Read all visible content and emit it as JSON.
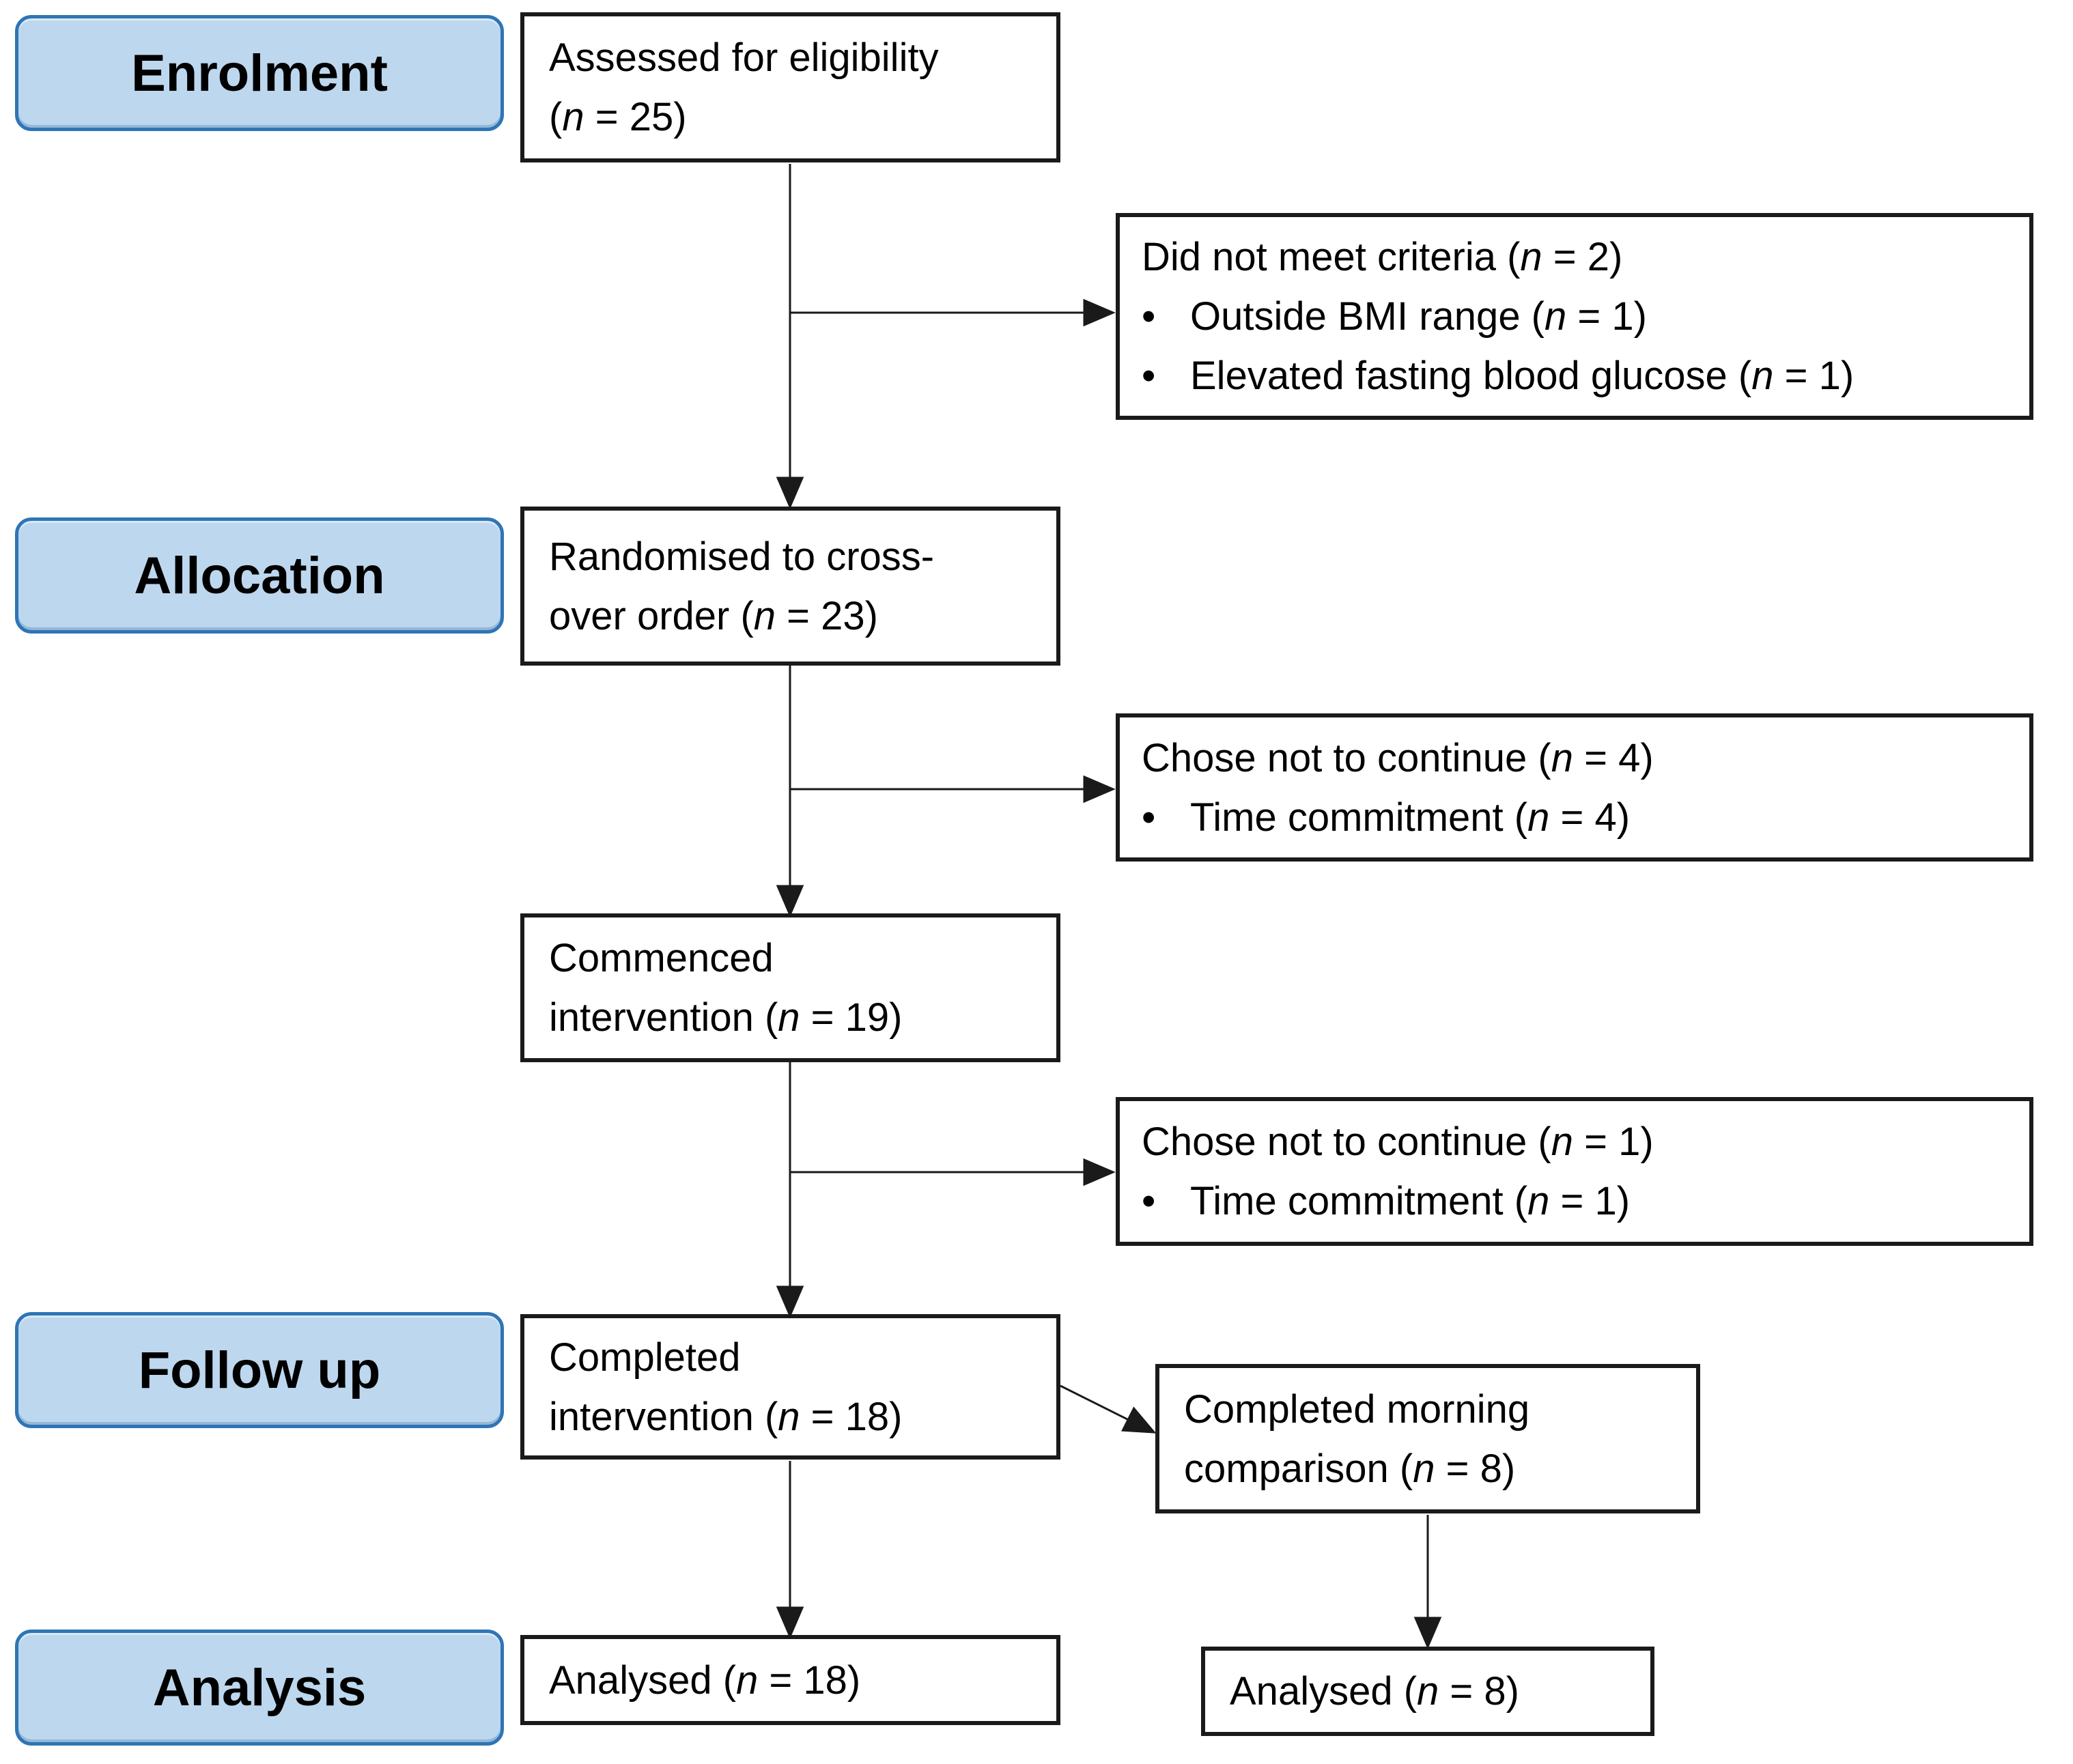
{
  "palette": {
    "stage_fill": "#BDD7EE",
    "stage_border": "#2E75B6",
    "box_border": "#1A1A1A",
    "line_color": "#1A1A1A",
    "text_color": "#000000",
    "background": "#FFFFFF"
  },
  "bullet_char": "•",
  "stages": [
    {
      "id": "enrolment",
      "label": "Enrolment"
    },
    {
      "id": "allocation",
      "label": "Allocation"
    },
    {
      "id": "followup",
      "label": "Follow up"
    },
    {
      "id": "analysis",
      "label": "Analysis"
    }
  ],
  "flow_boxes": [
    {
      "id": "assessed",
      "lines": [
        "Assessed for eligibility",
        "(*n* = 25)"
      ]
    },
    {
      "id": "randomised",
      "lines": [
        "Randomised to cross-",
        "over order (*n* = 23)"
      ]
    },
    {
      "id": "commenced",
      "lines": [
        "Commenced",
        "intervention (*n* = 19)"
      ]
    },
    {
      "id": "completed",
      "lines": [
        "Completed",
        "intervention (*n* = 18)"
      ]
    },
    {
      "id": "analysed-main",
      "lines": [
        "Analysed (*n* = 18)"
      ]
    },
    {
      "id": "morning",
      "lines": [
        "Completed morning",
        "comparison (*n* = 8)"
      ]
    },
    {
      "id": "analysed-morning",
      "lines": [
        "Analysed (*n* = 8)"
      ]
    }
  ],
  "exclusion_boxes": [
    {
      "id": "excl-1",
      "title": "Did not meet criteria (*n* = 2)",
      "bullets": [
        "Outside BMI range (*n* = 1)",
        "Elevated fasting blood glucose (*n* = 1)"
      ]
    },
    {
      "id": "excl-2",
      "title": "Chose not to continue (*n* = 4)",
      "bullets": [
        "Time commitment (*n* = 4)"
      ]
    },
    {
      "id": "excl-3",
      "title": "Chose not to continue (*n* = 1)",
      "bullets": [
        "Time commitment (*n* = 1)"
      ]
    }
  ]
}
